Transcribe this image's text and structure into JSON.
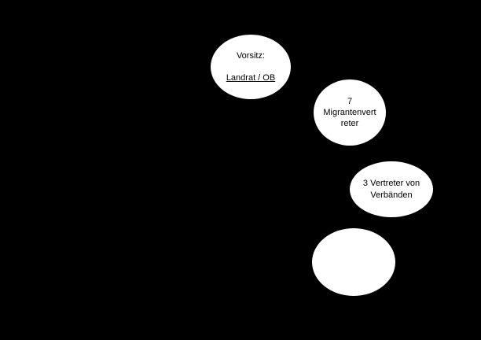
{
  "canvas": {
    "background_color": "#000000",
    "shape_fill_color": "#ffffff",
    "text_color": "#000000"
  },
  "ellipses": {
    "vorsitz": {
      "line1": "Vorsitz:",
      "line2": "Landrat / OB"
    },
    "migranten": {
      "line1": "7",
      "line2": "Migrantenvert",
      "line3": "reter"
    },
    "verbaende": {
      "line1": "3 Vertreter von",
      "line2": "Verbänden"
    },
    "empty": {
      "label": ""
    }
  }
}
